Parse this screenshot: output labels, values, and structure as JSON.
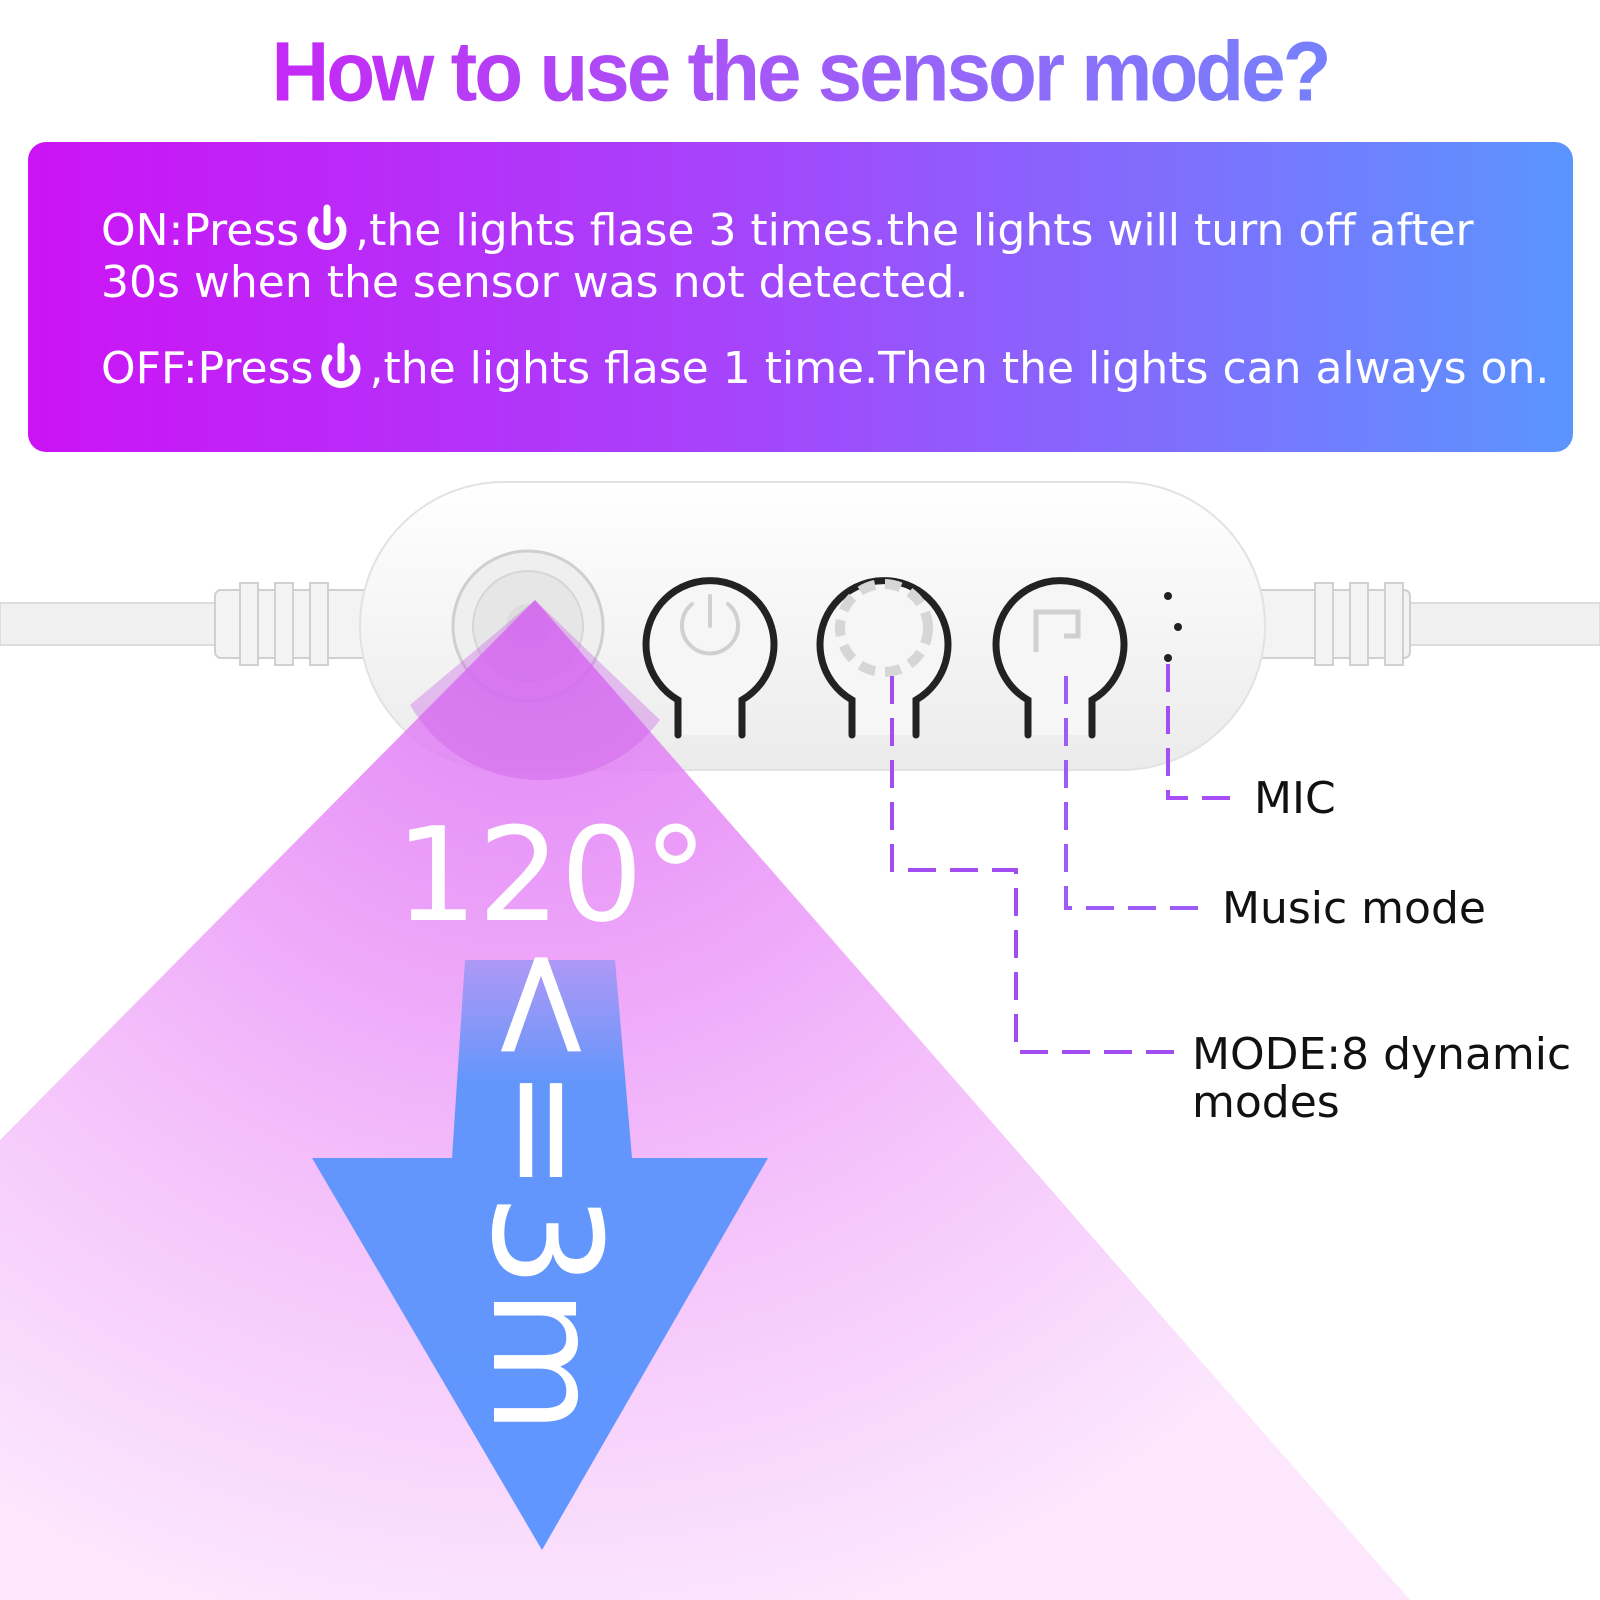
{
  "title": "How to use the sensor mode?",
  "banner": {
    "on_prefix": "ON:Press",
    "on_suffix": ",the lights flase 3 times.the lights will turn off after",
    "on_line2": "30s when the sensor was not detected.",
    "off_prefix": "OFF:Press",
    "off_suffix": ",the lights flase 1 time.Then the lights can always on.",
    "power_icon": "power-icon"
  },
  "angle_label": "120°",
  "distance_label": "<=3m",
  "labels": {
    "mic": "MIC",
    "music_mode": "Music mode",
    "mode_line1": "MODE:8 dynamic",
    "mode_line2": "modes"
  },
  "colors": {
    "purple": "#cc13f6",
    "blue": "#5f94ff",
    "cone": "#e98cf7"
  }
}
